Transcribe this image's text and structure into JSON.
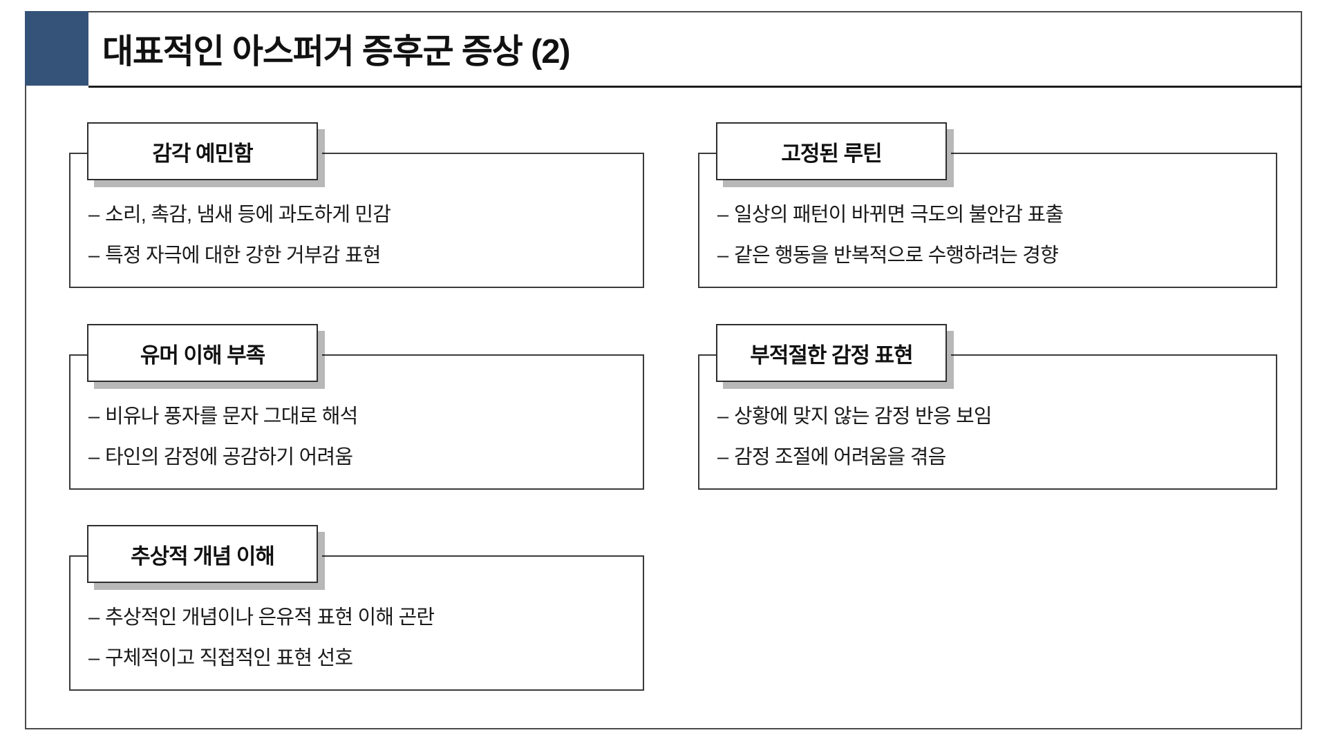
{
  "slide": {
    "title": "대표적인 아스퍼거 증후군 증상 (2)",
    "accent_color": "#355378",
    "border_color": "#4a4a4a",
    "bullet_marker": "–"
  },
  "cards": [
    {
      "id": "sensory-sensitivity",
      "header": "감각 예민함",
      "bullets": [
        "소리, 촉감, 냄새 등에 과도하게 민감",
        "특정 자극에 대한 강한 거부감 표현"
      ]
    },
    {
      "id": "fixed-routine",
      "header": "고정된 루틴",
      "bullets": [
        "일상의 패턴이 바뀌면 극도의 불안감 표출",
        "같은 행동을 반복적으로 수행하려는 경향"
      ]
    },
    {
      "id": "humor-comprehension",
      "header": "유머 이해 부족",
      "bullets": [
        "비유나 풍자를 문자 그대로 해석",
        "타인의 감정에 공감하기 어려움"
      ]
    },
    {
      "id": "inappropriate-emotion",
      "header": "부적절한 감정 표현",
      "bullets": [
        "상황에 맞지 않는 감정 반응 보임",
        "감정 조절에 어려움을 겪음"
      ]
    },
    {
      "id": "abstract-concepts",
      "header": "추상적 개념 이해",
      "bullets": [
        "추상적인 개념이나 은유적 표현 이해 곤란",
        "구체적이고 직접적인 표현 선호"
      ]
    }
  ]
}
